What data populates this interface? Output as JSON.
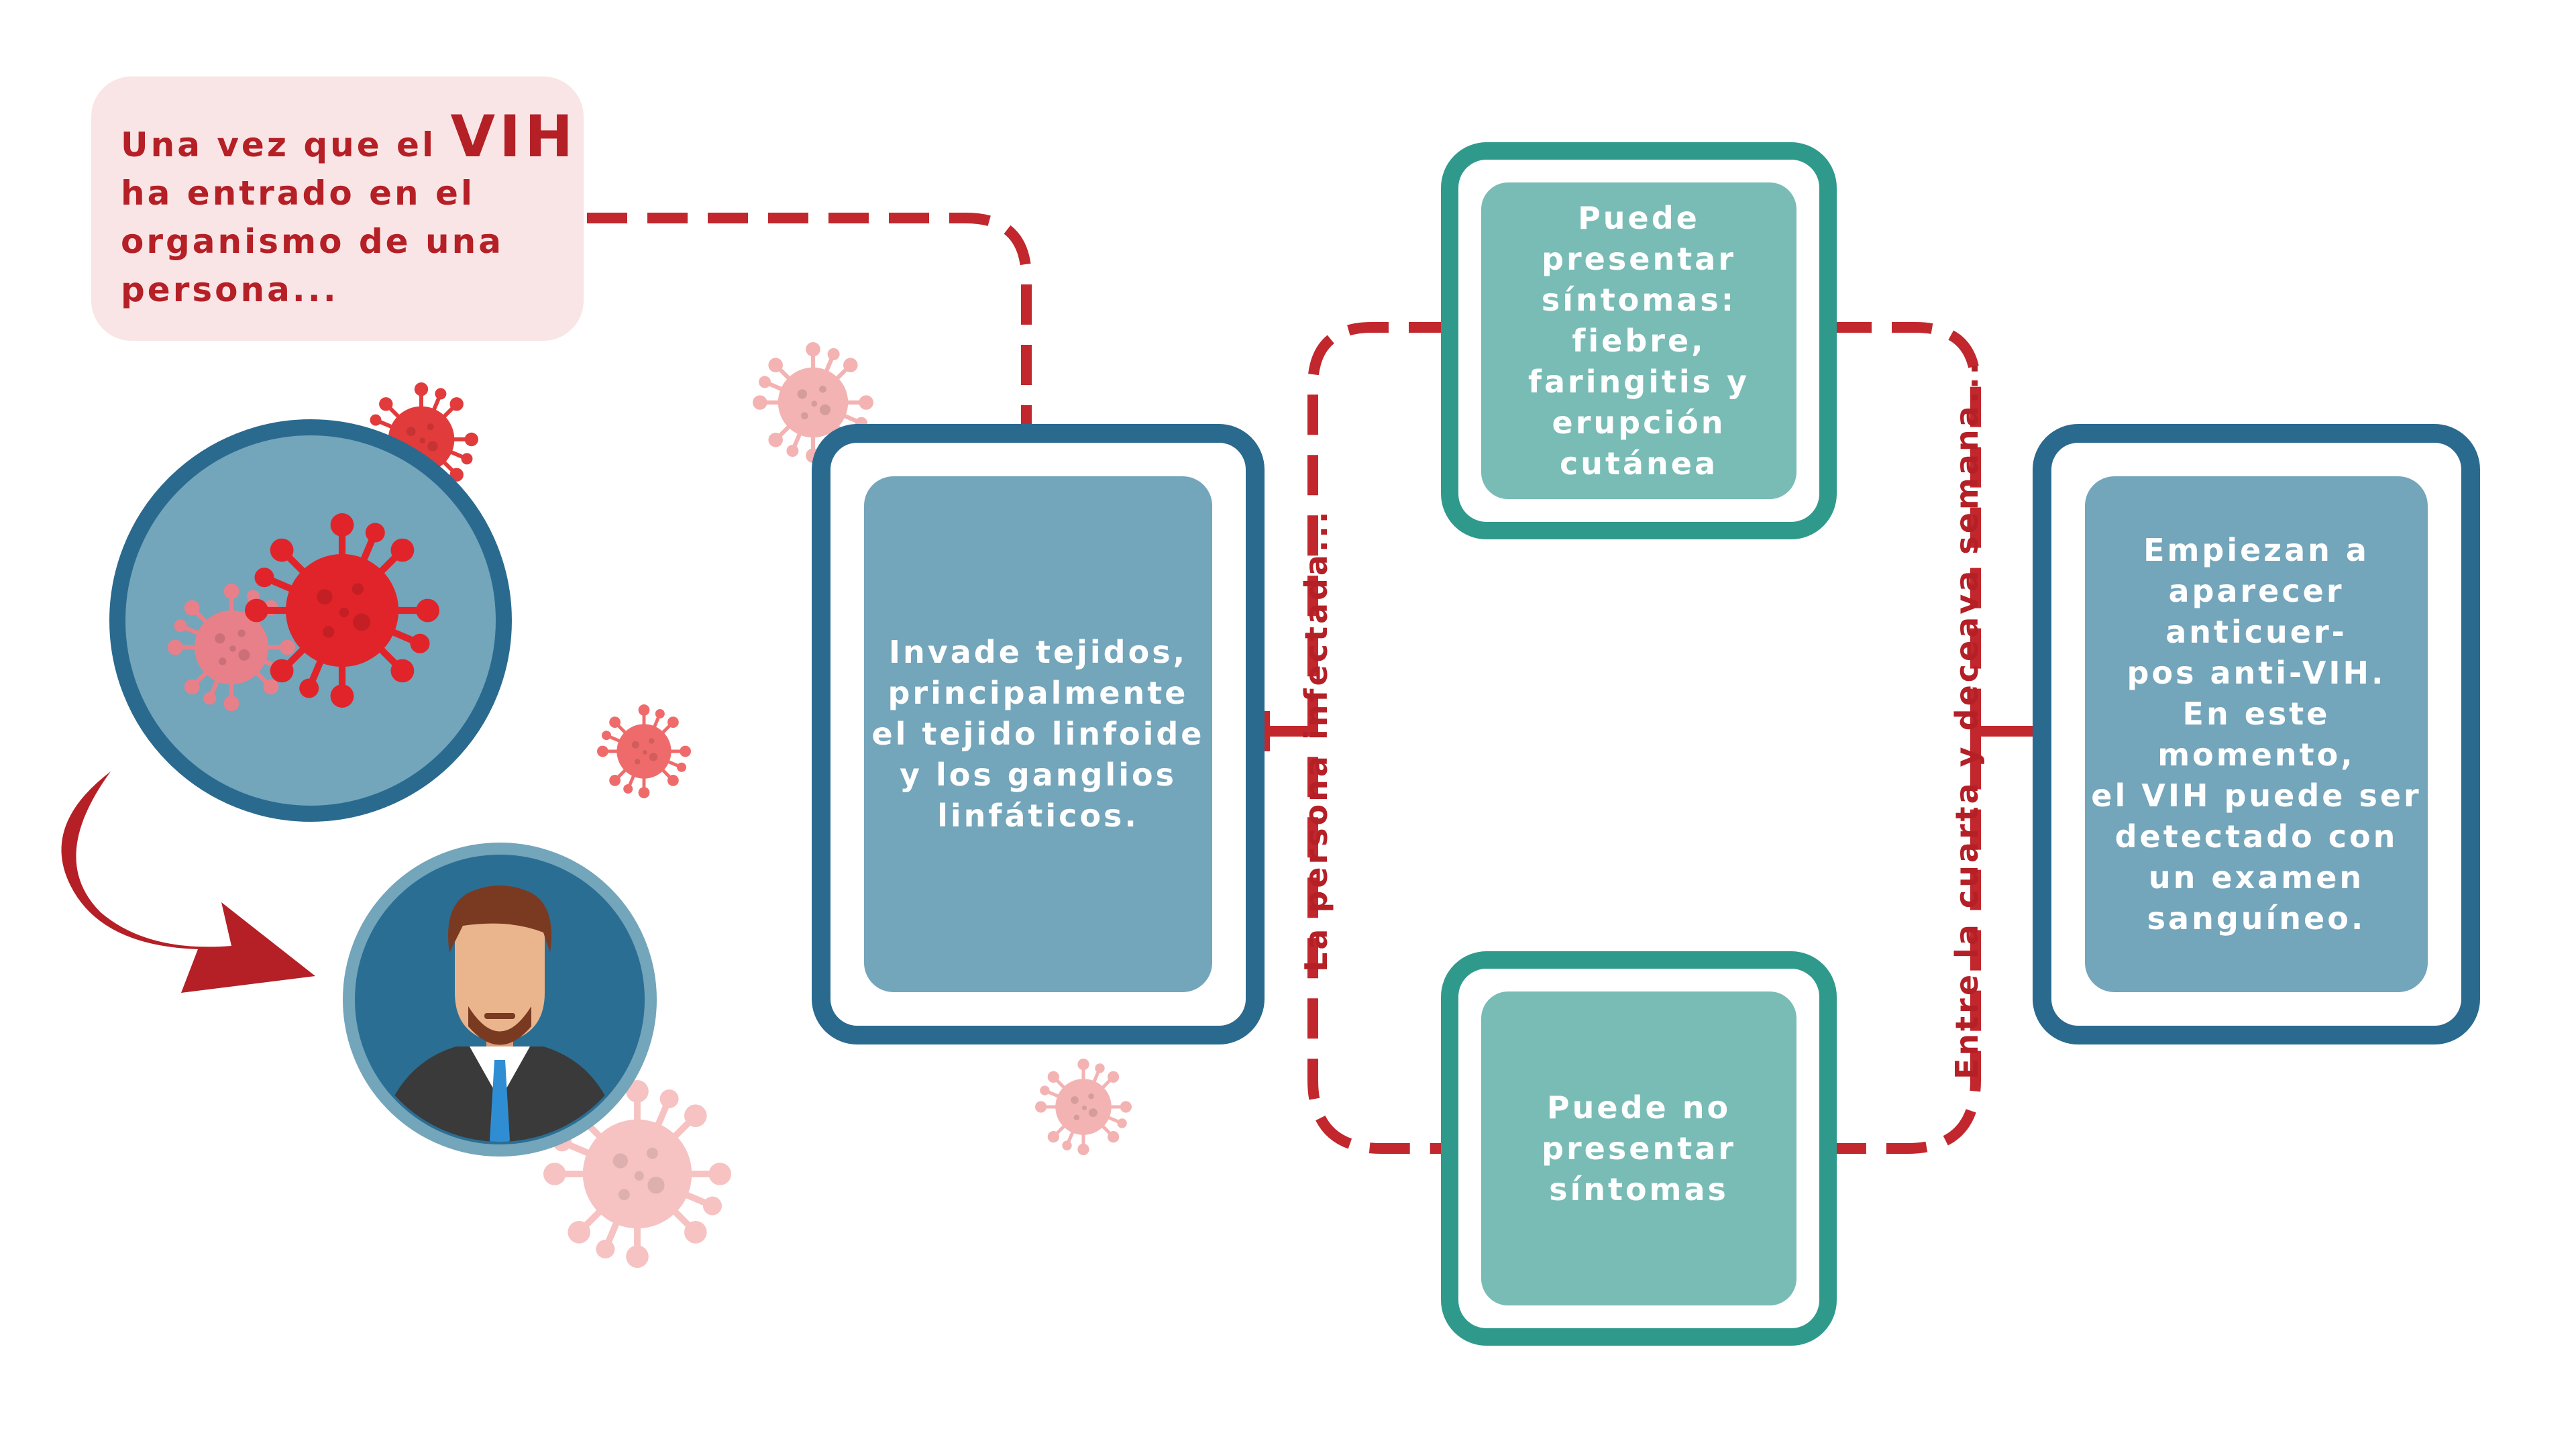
{
  "colors": {
    "accent_red": "#c1272d",
    "dark_blue": "#2a6a8f",
    "light_blue": "#73a5bb",
    "teal": "#2f9a8c",
    "light_teal": "#78bcb5",
    "bubble_pink": "#f9e5e5"
  },
  "intro": {
    "line1_prefix": "Una vez que el ",
    "line1_emphasis": "VIH",
    "line2": "ha entrado en el",
    "line3": "organismo de una",
    "line4": "persona..."
  },
  "boxes": {
    "invade": "Invade tejidos,\nprincipalmente\nel tejido linfoide\ny los ganglios\nlinfáticos.",
    "symptoms": "Puede presentar\nsíntomas: fiebre,\nfaringitis y\nerupción cutánea",
    "no_symptoms": "Puede no\npresentar\nsíntomas",
    "antibodies": "Empiezan a\naparecer anticuer-\npos anti-VIH.\nEn este momento,\nel VIH puede ser\ndetectado con\nun examen\nsanguíneo."
  },
  "labels": {
    "infected": "La persona infectada...",
    "weeks": "Entre la cuarta y deceava semana..."
  },
  "icons": [
    "virus-icon",
    "person-avatar-icon",
    "curved-arrow-icon"
  ]
}
